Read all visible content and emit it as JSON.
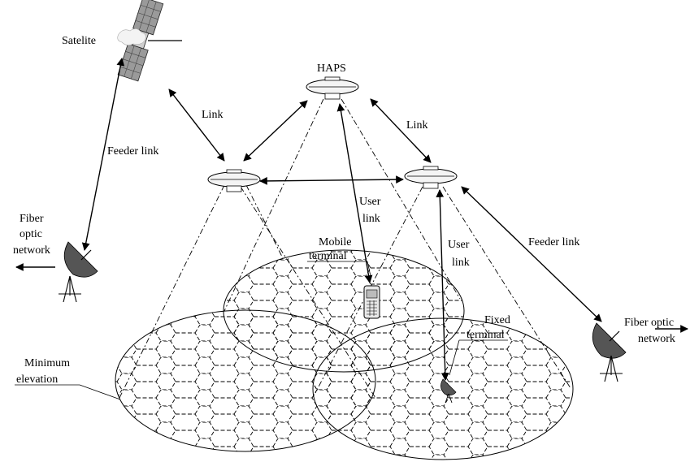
{
  "labels": {
    "satellite": "Satelite",
    "haps": "HAPS",
    "link_left": "Link",
    "link_right": "Link",
    "feeder_left": "Feeder link",
    "feeder_right": "Feeder link",
    "user_link_1a": "User",
    "user_link_1b": "link",
    "user_link_2a": "User",
    "user_link_2b": "link",
    "fiber_left_1": "Fiber",
    "fiber_left_2": "optic",
    "fiber_left_3": "network",
    "fiber_right_1": "Fiber optic",
    "fiber_right_2": "network",
    "mobile_1": "Mobile",
    "mobile_2": "terminal",
    "fixed_1": "Fixed",
    "fixed_2": "terminal",
    "min_elev_1": "Minimum",
    "min_elev_2": "elevation"
  },
  "icons": {
    "satellite": "satellite-icon",
    "haps": "airship-icon",
    "dish": "dish-antenna-icon",
    "mobile": "mobile-phone-icon"
  }
}
